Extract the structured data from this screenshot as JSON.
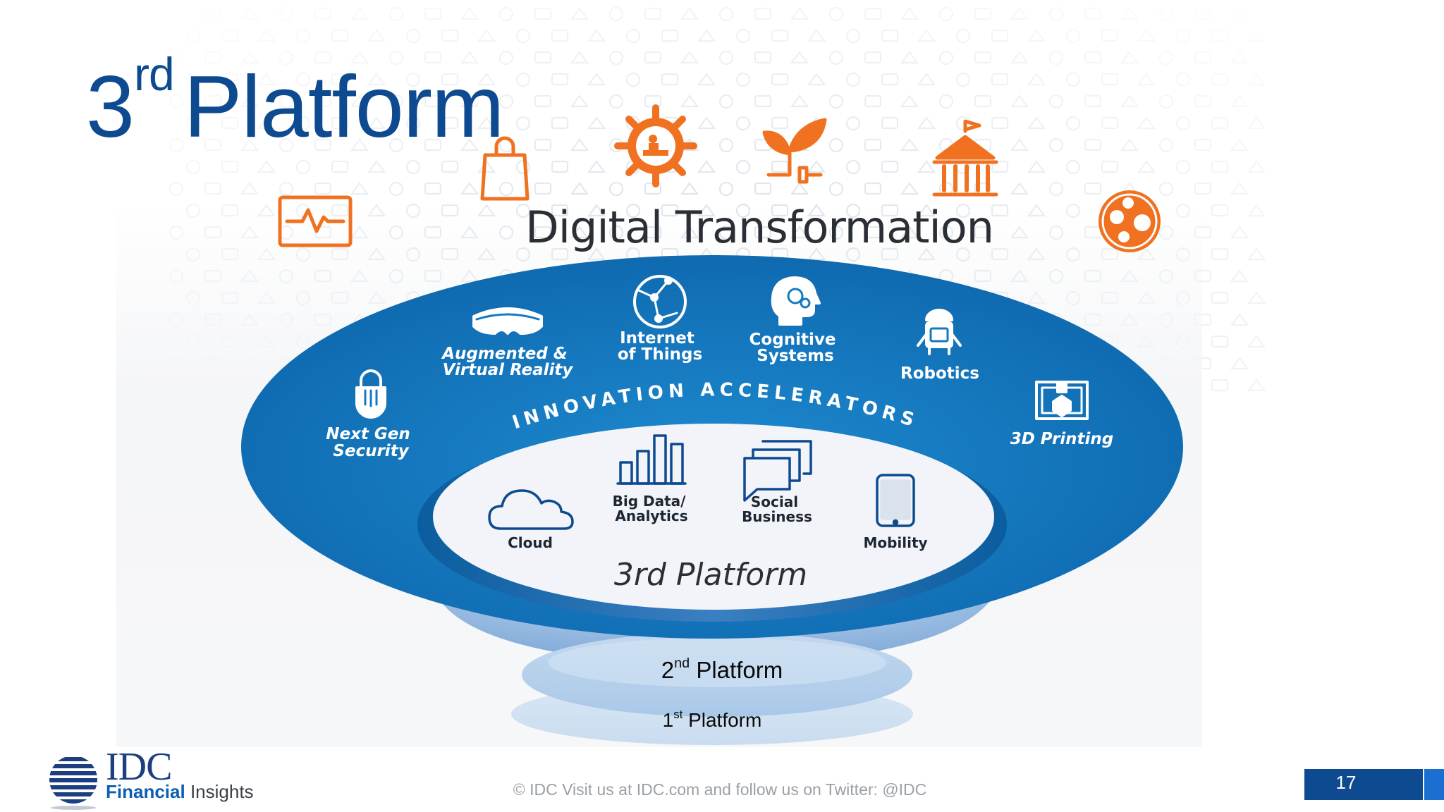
{
  "slide": {
    "title_main": "3",
    "title_sup": "rd",
    "title_rest": "Platform",
    "page_number": "17",
    "footer": "© IDC   Visit us at IDC.com and follow us on Twitter: @IDC"
  },
  "logo": {
    "word": "IDC",
    "sub_bold": "Financial",
    "sub_light": "Insights"
  },
  "diagram": {
    "transformation_title": "Digital Transformation",
    "transformation_icons": [
      "heart-monitor-icon",
      "shopping-bag-icon",
      "factory-gear-icon",
      "plant-plug-icon",
      "government-building-icon",
      "currency-globe-icon"
    ],
    "ring_label": "INNOVATION ACCELERATORS",
    "accelerators": [
      {
        "icon": "lock-shield-icon",
        "line1": "Next Gen",
        "line2": "Security"
      },
      {
        "icon": "vr-goggles-icon",
        "line1": "Augmented &",
        "line2": "Virtual Reality"
      },
      {
        "icon": "iot-globe-icon",
        "line1": "Internet",
        "line2": "of Things"
      },
      {
        "icon": "brain-head-icon",
        "line1": "Cognitive",
        "line2": "Systems"
      },
      {
        "icon": "robot-icon",
        "line1": "",
        "line2": "Robotics"
      },
      {
        "icon": "3d-printer-icon",
        "line1": "",
        "line2": "3D Printing"
      }
    ],
    "core": [
      {
        "icon": "cloud-icon",
        "line1": "",
        "line2": "Cloud"
      },
      {
        "icon": "bar-chart-icon",
        "line1": "Big Data/",
        "line2": "Analytics"
      },
      {
        "icon": "chat-bubbles-icon",
        "line1": "Social",
        "line2": "Business"
      },
      {
        "icon": "smartphone-icon",
        "line1": "",
        "line2": "Mobility"
      }
    ],
    "core_title": "3rd Platform",
    "second_main": "2",
    "second_sup": "nd",
    "second_rest": " Platform",
    "first_main": "1",
    "first_sup": "st",
    "first_rest": " Platform",
    "colors": {
      "primary_blue": "#0d4a8f",
      "ring_blue": "#1379c3",
      "orange": "#f07221",
      "core_white": "#f3f4f9"
    }
  }
}
